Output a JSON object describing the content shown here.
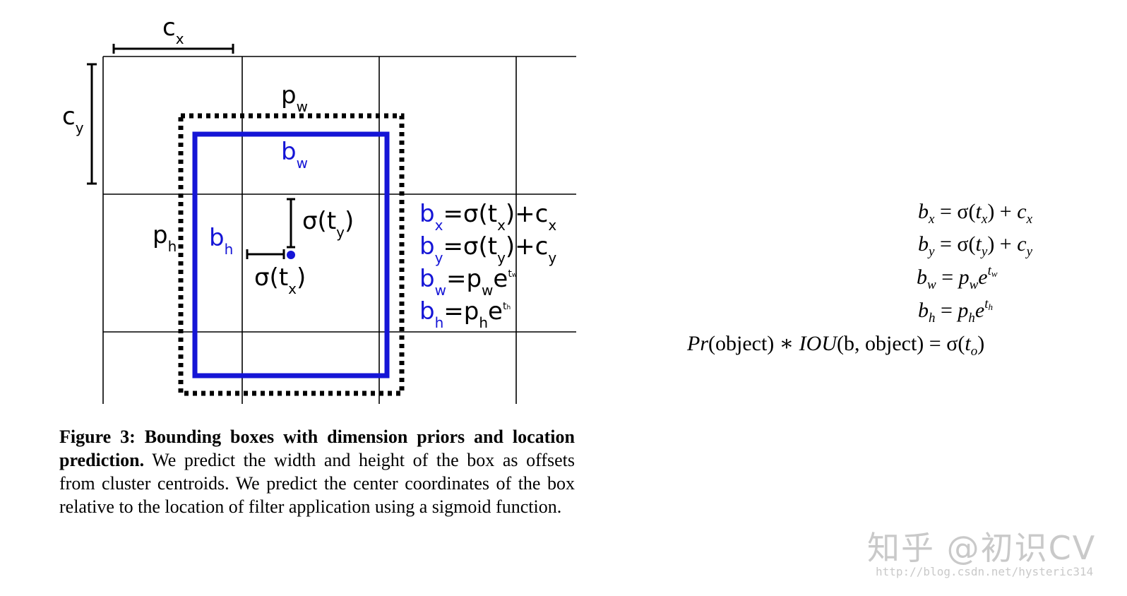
{
  "diagram": {
    "cx_label": "c",
    "cx_sub": "x",
    "cy_label": "c",
    "cy_sub": "y",
    "pw_label": "p",
    "pw_sub": "w",
    "ph_label": "p",
    "ph_sub": "h",
    "bw_label": "b",
    "bw_sub": "w",
    "bh_label": "b",
    "bh_sub": "h",
    "sig_ty": {
      "pre": "σ(t",
      "sub": "y",
      "post": ")"
    },
    "sig_tx": {
      "pre": "σ(t",
      "sub": "x",
      "post": ")"
    },
    "equations": [
      {
        "lhs": "b",
        "lhs_sub": "x",
        "rhs1": "=σ(t",
        "rhs1_sub": "x",
        "rhs2": ")+c",
        "rhs2_sub": "x"
      },
      {
        "lhs": "b",
        "lhs_sub": "y",
        "rhs1": "=σ(t",
        "rhs1_sub": "y",
        "rhs2": ")+c",
        "rhs2_sub": "y"
      },
      {
        "lhs": "b",
        "lhs_sub": "w",
        "rhs1": "=p",
        "rhs1_sub": "w",
        "rhs2": "e",
        "rhs2_sup": "t",
        "rhs2_supsub": "w"
      },
      {
        "lhs": "b",
        "lhs_sub": "h",
        "rhs1": "=p",
        "rhs1_sub": "h",
        "rhs2": "e",
        "rhs2_sup": "t",
        "rhs2_supsub": "h"
      }
    ],
    "colors": {
      "pred_box": "#1515d6",
      "prior_box": "#000000",
      "grid": "#000000"
    }
  },
  "formulas": [
    {
      "lhs": "b",
      "lhs_sub": "x",
      "eq": " = σ(",
      "t": "t",
      "t_sub": "x",
      "close": ") + ",
      "c": "c",
      "c_sub": "x"
    },
    {
      "lhs": "b",
      "lhs_sub": "y",
      "eq": " = σ(",
      "t": "t",
      "t_sub": "y",
      "close": ") + ",
      "c": "c",
      "c_sub": "y"
    },
    {
      "lhs": "b",
      "lhs_sub": "w",
      "eq": " = ",
      "p": "p",
      "p_sub": "w",
      "e": "e",
      "e_sup": "t",
      "e_supsub": "w"
    },
    {
      "lhs": "b",
      "lhs_sub": "h",
      "eq": " = ",
      "p": "p",
      "p_sub": "h",
      "e": "e",
      "e_sup": "t",
      "e_supsub": "h"
    }
  ],
  "formula_iou": {
    "pr": "Pr",
    "object1": "(object) ∗ ",
    "iou": "IOU",
    "args": "(b, object) = σ(",
    "t": "t",
    "t_sub": "o",
    "close": ")"
  },
  "caption": {
    "bold": "Figure 3: Bounding boxes with dimension priors and location prediction.",
    "text": " We predict the width and height of the box as offsets from cluster centroids. We predict the center coordinates of the box relative to the location of filter application using a sigmoid function."
  },
  "watermark": {
    "text": "知乎 @初识CV",
    "url": "http://blog.csdn.net/hysteric314"
  }
}
